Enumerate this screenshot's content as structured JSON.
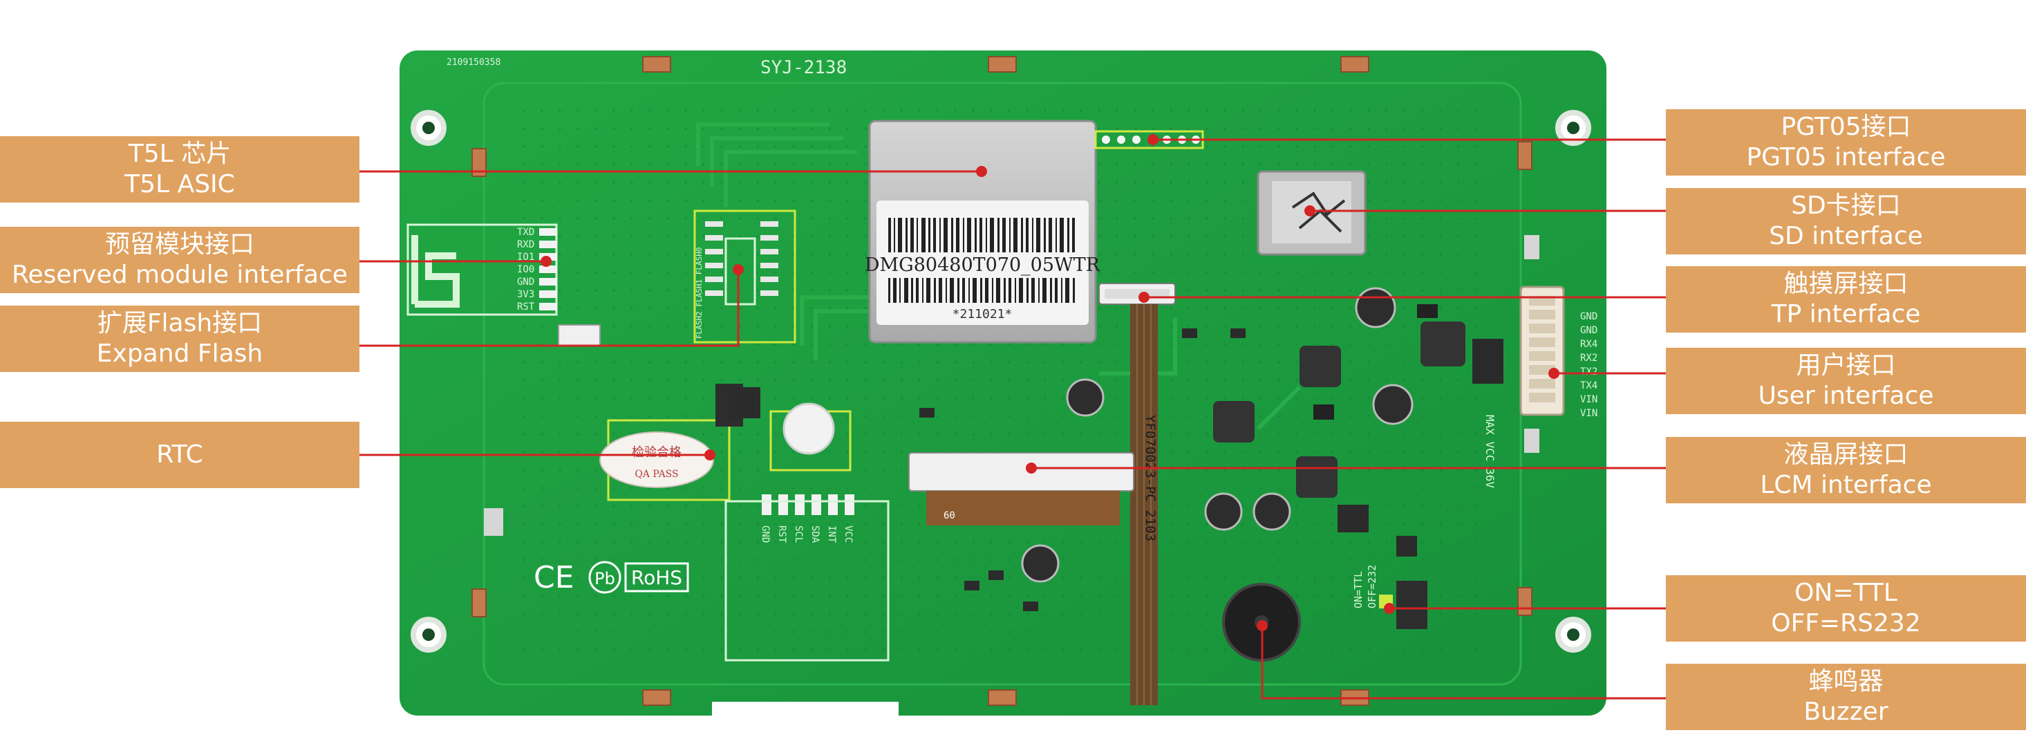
{
  "board": {
    "top_serial": "2109150358",
    "model_mark": "SYJ-2138",
    "chip_label": "DMG80480T070_05WTR",
    "chip_date": "*211021*",
    "fpc_label": "YF070023-PC 2103",
    "rtc_sticker_line1": "检验合格",
    "rtc_sticker_line2": "QA PASS",
    "module_pins": [
      "TXD",
      "RXD",
      "IO1",
      "IO0",
      "GND",
      "3V3",
      "RST"
    ],
    "header_pins": [
      "GND",
      "RST",
      "SCL",
      "SDA",
      "INT",
      "VCC"
    ],
    "user_pins": [
      "GND",
      "GND",
      "RX4",
      "RX2",
      "TX2",
      "TX4",
      "VIN",
      "VIN"
    ],
    "max_vcc": "MAX VCC 36V",
    "switch_marks": [
      "ON=TTL",
      "OFF=232"
    ],
    "flash_mark": "FLASH2 FLASH1 FLASH0",
    "cert_marks": [
      "CE",
      "Pb",
      "RoHS"
    ],
    "fpc_pin_mark": "60"
  },
  "callouts": [
    {
      "line1": "T5L 芯片",
      "line2": "T5L ASIC"
    },
    {
      "line1": "预留模块接口",
      "line2": "Reserved module interface"
    },
    {
      "line1": "扩展Flash接口",
      "line2": "Expand Flash"
    },
    {
      "line1": "RTC",
      "line2": ""
    },
    {
      "line1": "PGT05接口",
      "line2": "PGT05 interface"
    },
    {
      "line1": "SD卡接口",
      "line2": "SD interface"
    },
    {
      "line1": "触摸屏接口",
      "line2": "TP interface"
    },
    {
      "line1": "用户接口",
      "line2": "User interface"
    },
    {
      "line1": "液晶屏接口",
      "line2": "LCM interface"
    },
    {
      "line1": "ON=TTL",
      "line2": "OFF=RS232"
    },
    {
      "line1": "蜂鸣器",
      "line2": "Buzzer"
    }
  ],
  "colors": {
    "label_bg": "#e0a260",
    "leader_line": "#d42323",
    "pcb_green": "#1f9d3c",
    "silkscreen": "#d8f5d8"
  }
}
